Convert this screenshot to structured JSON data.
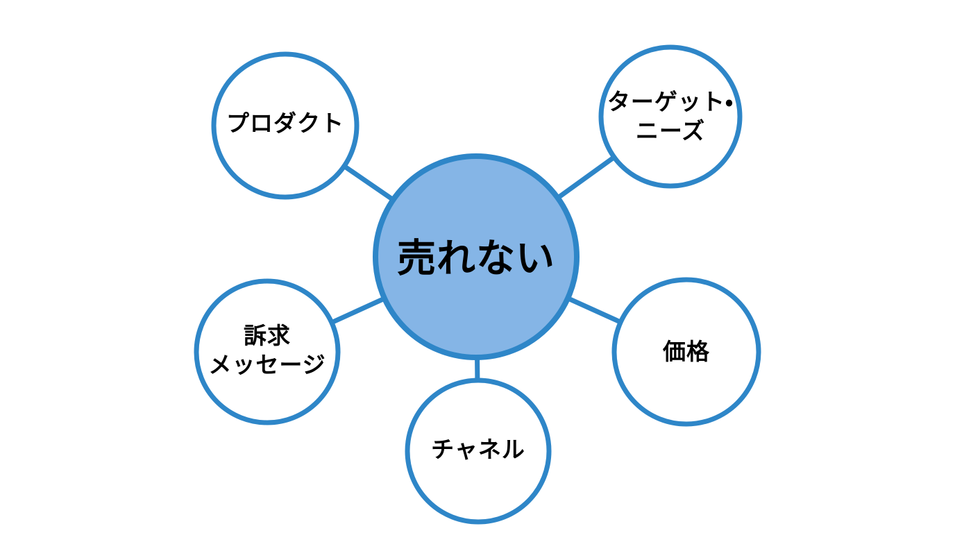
{
  "diagram": {
    "center": {
      "id": "cannot-sell",
      "label": "売れない"
    },
    "nodes": [
      {
        "id": "product",
        "label": "プロダクト"
      },
      {
        "id": "target-needs",
        "label": "ターゲット・\nニーズ"
      },
      {
        "id": "appeal-message",
        "label": "訴求\nメッセージ"
      },
      {
        "id": "price",
        "label": "価格"
      },
      {
        "id": "channel",
        "label": "チャネル"
      }
    ],
    "colors": {
      "stroke": "#2E86C8",
      "center_fill": "#85B5E6",
      "node_fill": "#FFFFFF",
      "label_text": "#000000",
      "background": "#FFFFFF"
    }
  }
}
